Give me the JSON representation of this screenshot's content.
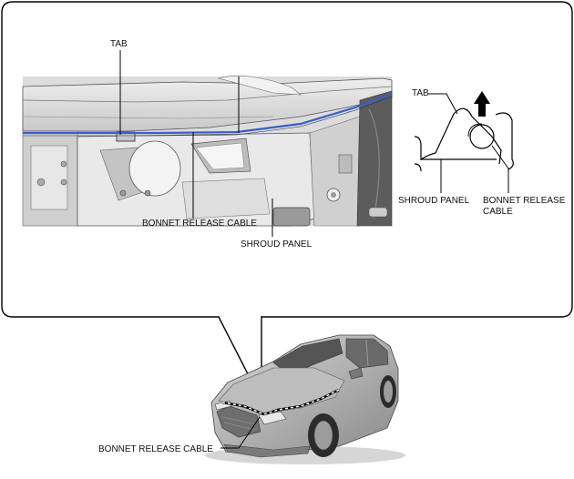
{
  "callout": {
    "labels": {
      "tab_main": "TAB",
      "bonnet_release_cable_main": "BONNET RELEASE CABLE",
      "shroud_panel_main": "SHROUD PANEL",
      "tab_detail": "TAB",
      "shroud_panel_detail": "SHROUD PANEL",
      "bonnet_release_cable_detail_line1": "BONNET RELEASE",
      "bonnet_release_cable_detail_line2": "CABLE"
    }
  },
  "vehicle": {
    "labels": {
      "bonnet_release_cable": "BONNET RELEASE CABLE"
    }
  },
  "colors": {
    "cable_highlight": "#3a5fc8",
    "panel_fill": "#d9d9d9",
    "outline": "#000000"
  },
  "icons": {
    "direction_arrow": "up-arrow-icon"
  }
}
